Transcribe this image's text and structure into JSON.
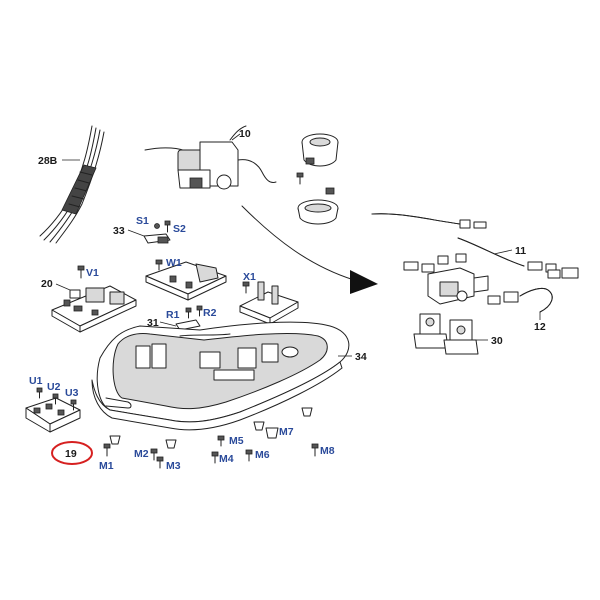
{
  "labels": {
    "l_28b": "28B",
    "l_10": "10",
    "l_33": "33",
    "l_s1": "S1",
    "l_s2": "S2",
    "l_20": "20",
    "l_v1": "V1",
    "l_w1": "W1",
    "l_x1": "X1",
    "l_31": "31",
    "l_r1": "R1",
    "l_r2": "R2",
    "l_34": "34",
    "l_11": "11",
    "l_12": "12",
    "l_30": "30",
    "l_u1": "U1",
    "l_u2": "U2",
    "l_u3": "U3",
    "l_19": "19",
    "l_m1": "M1",
    "l_m2": "M2",
    "l_m3": "M3",
    "l_m4": "M4",
    "l_m5": "M5",
    "l_m6": "M6",
    "l_m7": "M7",
    "l_m8": "M8"
  },
  "colors": {
    "part_number_text": "#1a1a1a",
    "screw_code_text": "#2a4a9a",
    "highlight_circle": "#d62020"
  }
}
